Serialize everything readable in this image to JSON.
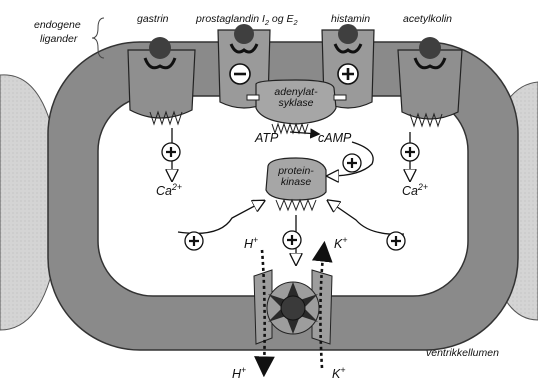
{
  "ligands": {
    "group_label_line1": "endogene",
    "group_label_line2": "ligander",
    "gastrin": "gastrin",
    "prostaglandin_pre": "prostaglandin I",
    "prostaglandin_sub1": "2",
    "prostaglandin_mid": " og E",
    "prostaglandin_sub2": "2",
    "histamin": "histamin",
    "acetylkolin": "acetylkolin"
  },
  "enzymes": {
    "adenylate_line1": "adenylat-",
    "adenylate_line2": "syklase",
    "kinase_line1": "protein-",
    "kinase_line2": "kinase"
  },
  "molecules": {
    "atp": "ATP",
    "camp": "cAMP",
    "ca": "Ca",
    "ca_charge": "2+",
    "h": "H",
    "h_charge": "+",
    "k": "K",
    "k_charge": "+"
  },
  "signs": {
    "plus": "+",
    "minus": "−"
  },
  "lumen_label": "ventrikkellumen",
  "colors": {
    "membrane": "#8a8a8a",
    "membrane_edge": "#3a3a3a",
    "neighbor_cell": "#d6d6d6",
    "receptor": "#8f8f8f",
    "ligand": "#3f3f3f",
    "enzyme": "#a6a6a6",
    "pump_core": "#2a2a2a"
  },
  "icons": [
    "plus-sign-icon",
    "minus-sign-icon",
    "arrow-icon",
    "proton-pump-icon"
  ]
}
